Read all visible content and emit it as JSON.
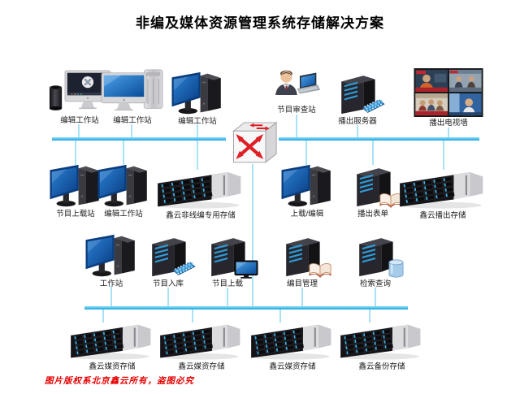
{
  "title": "非编及媒体资源管理系统存储解决方案",
  "footer": {
    "copyright": "图片版权系北京鑫云所有，盗图必究"
  },
  "colors": {
    "bus": "#1aa7e0",
    "drop_line": "#a9e2f7",
    "switch_arrows": "#df1f26",
    "copyright_red": "#e60000"
  },
  "nodes": {
    "row1": [
      {
        "label": "编辑工作站",
        "icon": "imac-cylinder-workstation"
      },
      {
        "label": "编辑工作站",
        "icon": "imac-tower-workstation"
      },
      {
        "label": "编辑工作站",
        "icon": "monitor-tower-workstation"
      },
      {
        "label": "节目审查站",
        "icon": "person-laptop"
      },
      {
        "label": "播出服务器",
        "icon": "server-film-reel"
      },
      {
        "label": "播出电视墙",
        "icon": "tv-wall"
      }
    ],
    "switch": {
      "label": "",
      "icon": "crossed-arrows-switch"
    },
    "row2": [
      {
        "label": "节目上载站",
        "icon": "monitor-tower-workstation"
      },
      {
        "label": "编辑工作站",
        "icon": "monitor-tower-workstation"
      },
      {
        "label": "鑫云非线编专用存储",
        "icon": "rack-storage"
      },
      {
        "label": "上载/编辑",
        "icon": "monitor-tower-workstation"
      },
      {
        "label": "播出表单",
        "icon": "server-book"
      },
      {
        "label": "鑫云播出存储",
        "icon": "rack-storage"
      }
    ],
    "row3": [
      {
        "label": "工作站",
        "icon": "monitor-tower-workstation"
      },
      {
        "label": "节目入库",
        "icon": "server-film-reel"
      },
      {
        "label": "节目上载",
        "icon": "server-monitor"
      },
      {
        "label": "编目管理",
        "icon": "server-book"
      },
      {
        "label": "检索查询",
        "icon": "server-database"
      }
    ],
    "row4": [
      {
        "label": "鑫云媒资存储",
        "icon": "rack-storage"
      },
      {
        "label": "鑫云媒资存储",
        "icon": "rack-storage"
      },
      {
        "label": "鑫云媒资存储",
        "icon": "rack-storage"
      },
      {
        "label": "鑫云备份存储",
        "icon": "rack-storage"
      }
    ]
  }
}
